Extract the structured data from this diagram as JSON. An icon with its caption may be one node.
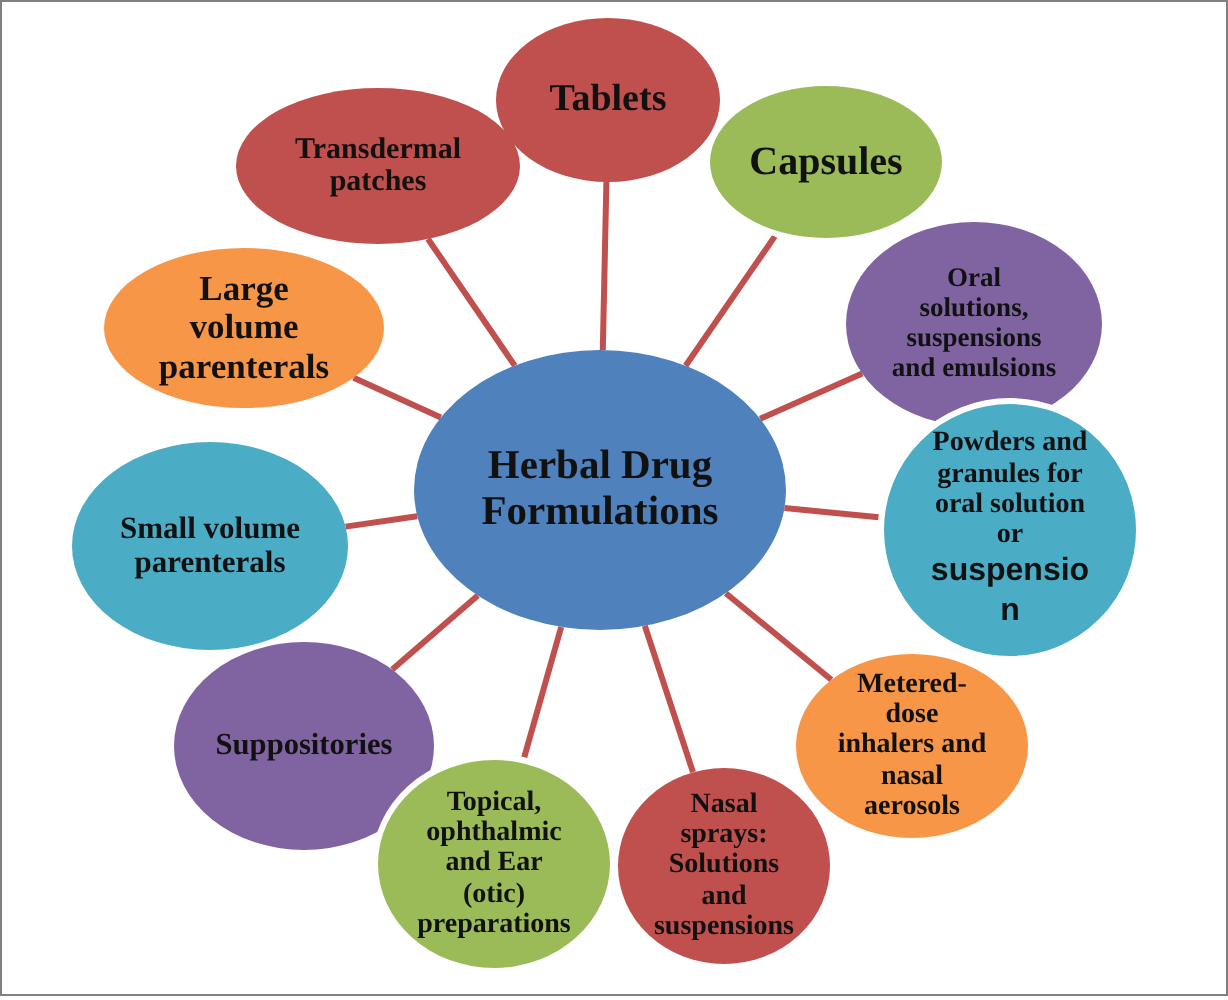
{
  "diagram": {
    "nodes": [
      {
        "text": [
          "Herbal Drug Formulations"
        ]
      },
      {
        "text": [
          "Tablets"
        ]
      },
      {
        "text": [
          "Capsules"
        ]
      },
      {
        "text": [
          "Oral solutions, suspensions and emulsions"
        ]
      },
      {
        "text": [
          "Powders and granules for oral solution or",
          "suspension"
        ]
      },
      {
        "text": [
          "Metered-dose inhalers and nasal aerosols"
        ]
      },
      {
        "text": [
          "Nasal sprays: Solutions and suspensions"
        ]
      },
      {
        "text": [
          "Topical, ophthalmic and Ear (otic) preparations"
        ]
      },
      {
        "text": [
          "Suppositories"
        ]
      },
      {
        "text": [
          "Small volume parenterals"
        ]
      },
      {
        "text": [
          "Large volume parenterals"
        ]
      },
      {
        "text": [
          "Transdermal patches"
        ]
      }
    ],
    "edges": [
      {
        "from": 0,
        "to": 1,
        "arrow": "none"
      },
      {
        "from": 0,
        "to": 2,
        "arrow": "none"
      },
      {
        "from": 0,
        "to": 3,
        "arrow": "none"
      },
      {
        "from": 0,
        "to": 4,
        "arrow": "none"
      },
      {
        "from": 0,
        "to": 5,
        "arrow": "none"
      },
      {
        "from": 0,
        "to": 6,
        "arrow": "none"
      },
      {
        "from": 0,
        "to": 7,
        "arrow": "none"
      },
      {
        "from": 0,
        "to": 8,
        "arrow": "none"
      },
      {
        "from": 0,
        "to": 9,
        "arrow": "none"
      },
      {
        "from": 0,
        "to": 10,
        "arrow": "none"
      },
      {
        "from": 0,
        "to": 11,
        "arrow": "none"
      }
    ]
  }
}
